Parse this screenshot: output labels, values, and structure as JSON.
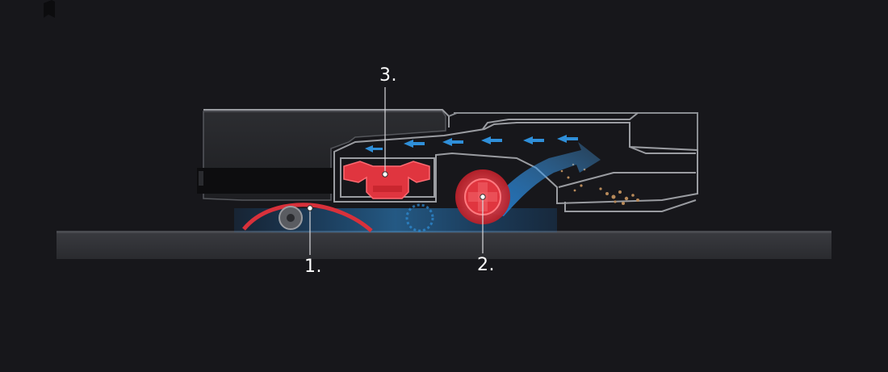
{
  "callouts": {
    "one": "1.",
    "two": "2.",
    "three": "3."
  },
  "icons": {
    "corner": "bookmark-icon"
  },
  "colors": {
    "background": "#17171b",
    "body_outline": "#8a8d92",
    "airflow": "#2f8fd9",
    "fan": "#e0353f",
    "floor": "#333438"
  }
}
